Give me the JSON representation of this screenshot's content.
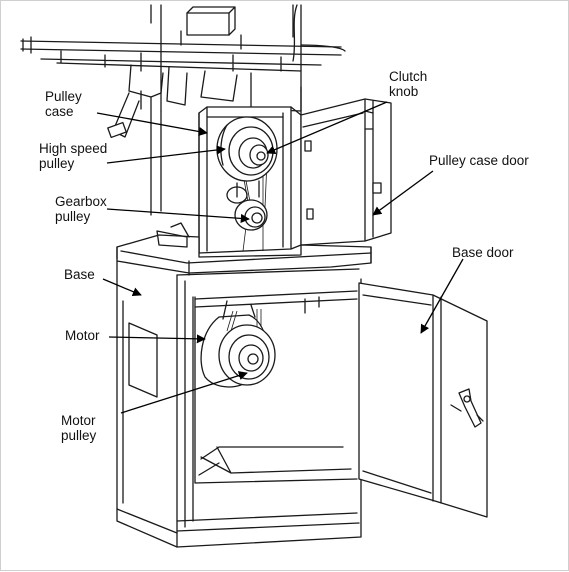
{
  "labels": {
    "pulley_case": "Pulley\ncase",
    "clutch_knob": "Clutch\nknob",
    "high_speed_pulley": "High speed\npulley",
    "pulley_case_door": "Pulley case door",
    "gearbox_pulley": "Gearbox\npulley",
    "base": "Base",
    "base_door": "Base door",
    "motor": "Motor",
    "motor_pulley": "Motor\npulley"
  }
}
